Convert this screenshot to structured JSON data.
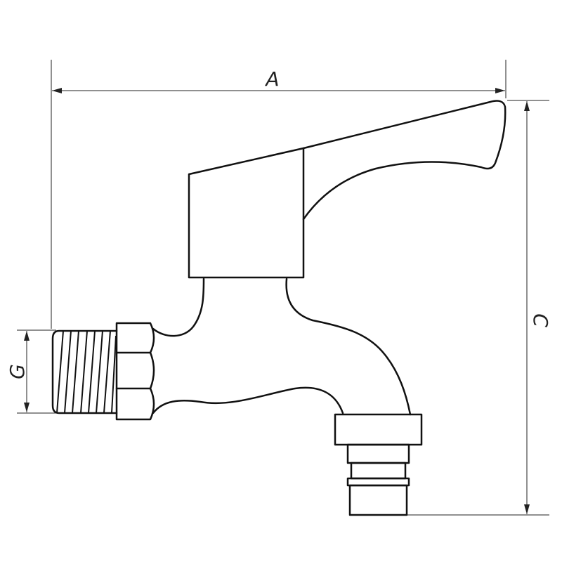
{
  "dimensions": {
    "a_label": "A",
    "c_label": "C",
    "g_label": "G"
  }
}
